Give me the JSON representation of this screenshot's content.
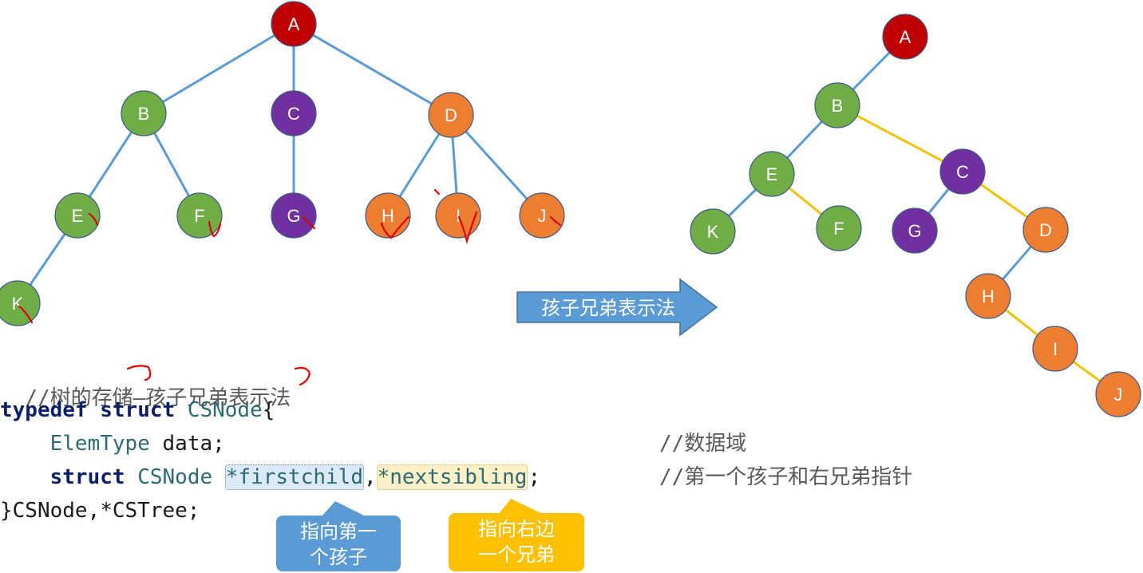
{
  "left_tree": {
    "nodes": [
      {
        "id": "A",
        "label": "A",
        "color": "#c00000"
      },
      {
        "id": "B",
        "label": "B",
        "color": "#70ad47"
      },
      {
        "id": "C",
        "label": "C",
        "color": "#7030a0"
      },
      {
        "id": "D",
        "label": "D",
        "color": "#ed7d31"
      },
      {
        "id": "E",
        "label": "E",
        "color": "#70ad47"
      },
      {
        "id": "F",
        "label": "F",
        "color": "#70ad47"
      },
      {
        "id": "G",
        "label": "G",
        "color": "#7030a0"
      },
      {
        "id": "H",
        "label": "H",
        "color": "#ed7d31"
      },
      {
        "id": "I",
        "label": "I",
        "color": "#ed7d31"
      },
      {
        "id": "J",
        "label": "J",
        "color": "#ed7d31"
      },
      {
        "id": "K",
        "label": "K",
        "color": "#70ad47"
      }
    ],
    "edges": [
      [
        "A",
        "B"
      ],
      [
        "A",
        "C"
      ],
      [
        "A",
        "D"
      ],
      [
        "B",
        "E"
      ],
      [
        "B",
        "F"
      ],
      [
        "C",
        "G"
      ],
      [
        "D",
        "H"
      ],
      [
        "D",
        "I"
      ],
      [
        "D",
        "J"
      ],
      [
        "E",
        "K"
      ]
    ]
  },
  "right_tree": {
    "nodes": [
      {
        "id": "A",
        "label": "A",
        "color": "#c00000"
      },
      {
        "id": "B",
        "label": "B",
        "color": "#70ad47"
      },
      {
        "id": "E",
        "label": "E",
        "color": "#70ad47"
      },
      {
        "id": "C",
        "label": "C",
        "color": "#7030a0"
      },
      {
        "id": "K",
        "label": "K",
        "color": "#70ad47"
      },
      {
        "id": "F",
        "label": "F",
        "color": "#70ad47"
      },
      {
        "id": "G",
        "label": "G",
        "color": "#7030a0"
      },
      {
        "id": "D",
        "label": "D",
        "color": "#ed7d31"
      },
      {
        "id": "H",
        "label": "H",
        "color": "#ed7d31"
      },
      {
        "id": "I",
        "label": "I",
        "color": "#ed7d31"
      },
      {
        "id": "J",
        "label": "J",
        "color": "#ed7d31"
      }
    ],
    "child_edges": [
      [
        "A",
        "B"
      ],
      [
        "B",
        "E"
      ],
      [
        "E",
        "K"
      ],
      [
        "C",
        "G"
      ],
      [
        "D",
        "H"
      ]
    ],
    "sibling_edges": [
      [
        "B",
        "C"
      ],
      [
        "E",
        "F"
      ],
      [
        "C",
        "D"
      ],
      [
        "H",
        "I"
      ],
      [
        "I",
        "J"
      ]
    ]
  },
  "colors": {
    "child_edge": "#5b9bd5",
    "sibling_edge": "#f2c200",
    "arrow_fill": "#5b9bd5",
    "callout_blue": "#5b9bd5",
    "callout_yellow": "#ffc000"
  },
  "arrow": {
    "label": "孩子兄弟表示法"
  },
  "code": {
    "comment": "//树的存储—孩子兄弟表示法",
    "line1_kw1": "typedef",
    "line1_kw2": "struct",
    "line1_type": "CSNode",
    "line1_brace": "{",
    "line2_type": "ElemType",
    "line2_rest": " data;",
    "line3_kw": "struct",
    "line3_type": "CSNode",
    "line3_field1": "*firstchild",
    "line3_comma": ",",
    "line3_field2": "*nextsibling",
    "line3_semi": ";",
    "line4": "}CSNode,*CSTree;",
    "comment_data": "//数据域",
    "comment_ptrs": "//第一个孩子和右兄弟指针"
  },
  "callouts": {
    "firstchild": [
      "指向第一",
      "个孩子"
    ],
    "nextsibling": [
      "指向右边",
      "一个兄弟"
    ]
  }
}
